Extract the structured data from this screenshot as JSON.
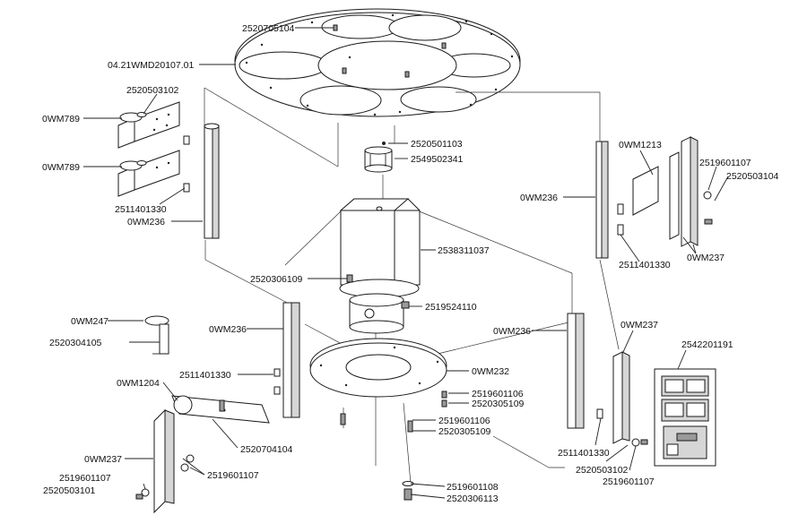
{
  "labels": {
    "l01": "2520705104",
    "l02": "04.21WMD20107.01",
    "l03": "2520503102",
    "l04": "0WM789",
    "l05": "0WM789",
    "l06": "2511401330",
    "l07": "0WM236",
    "l08": "2520501103",
    "l09": "2549502341",
    "l10": "0WM1213",
    "l11": "2519601107",
    "l12": "2520503104",
    "l13": "0WM236",
    "l14": "2538311037",
    "l15": "2520306109",
    "l16": "2511401330",
    "l17": "0WM237",
    "l18": "2519524110",
    "l19": "0WM247",
    "l20": "0WM236",
    "l21": "0WM236",
    "l22": "0WM237",
    "l23": "2520304105",
    "l24": "2542201191",
    "l25": "2511401330",
    "l26": "0WM232",
    "l27": "0WM1204",
    "l28": "2519601106",
    "l29": "2520305109",
    "l30": "2519601106",
    "l31": "2520305109",
    "l32": "2520704104",
    "l33": "0WM237",
    "l34": "2519601107",
    "l35": "2511401330",
    "l36": "2519601107",
    "l37": "2520503102",
    "l38": "2520503101",
    "l39": "2519601107",
    "l40": "2519601108",
    "l41": "2520306113"
  }
}
